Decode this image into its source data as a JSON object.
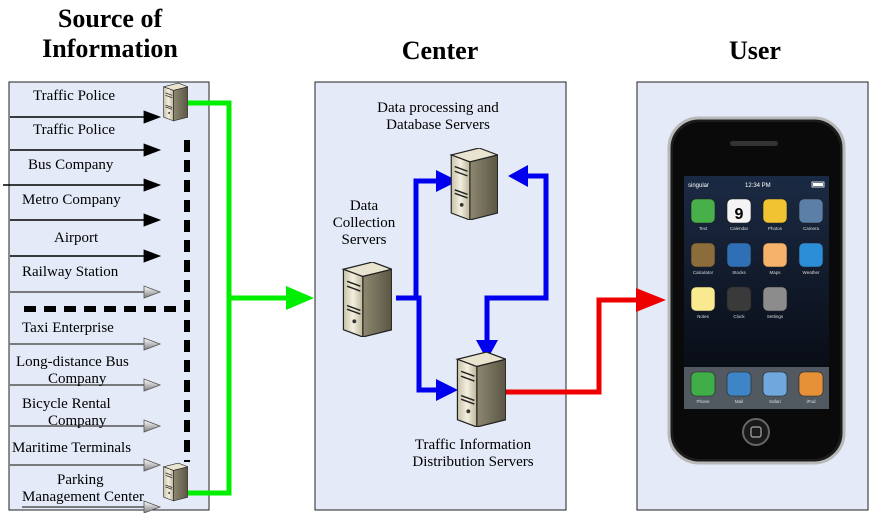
{
  "headings": {
    "source": [
      "Source of",
      "Information"
    ],
    "center": "Center",
    "user": "User"
  },
  "sources": [
    "Traffic Police",
    "Traffic Police",
    "Bus Company",
    "Metro Company",
    "Airport",
    "Railway Station",
    "Taxi Enterprise",
    "Long-distance Bus",
    "Company",
    "Bicycle Rental",
    "Company",
    "Maritime Terminals",
    "Parking",
    "Management Center"
  ],
  "center": {
    "db_label": [
      "Data processing and",
      "Database Servers"
    ],
    "collection_label": [
      "Data",
      "Collection",
      "Servers"
    ],
    "distribution_label": [
      "Traffic Information",
      "Distribution Servers"
    ]
  },
  "phone": {
    "carrier": "singular",
    "time": "12:34 PM",
    "calendar_day": "9",
    "apps": [
      "Text",
      "Calendar",
      "Photos",
      "Camera",
      "Calculator",
      "Stocks",
      "Maps",
      "Weather",
      "Notes",
      "Clock",
      "Settings"
    ],
    "dock": [
      "Phone",
      "Mail",
      "Safari",
      "iPod"
    ]
  },
  "colors": {
    "panel_fill": "#e4eaf7",
    "source_to_center": "#00ee00",
    "internal": "#0000ee",
    "center_to_user": "#ee0000"
  }
}
